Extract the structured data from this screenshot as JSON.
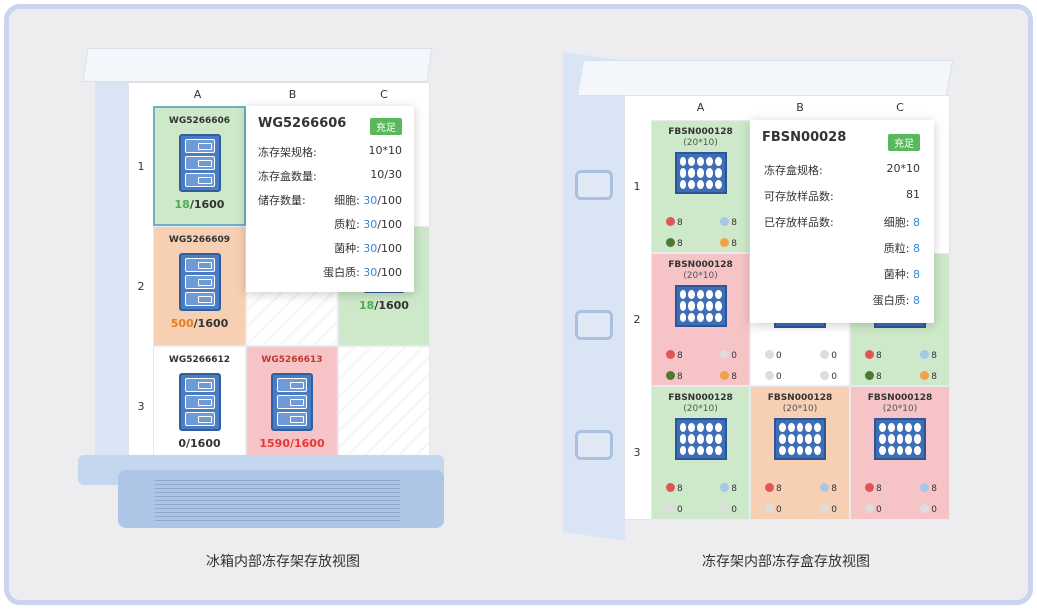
{
  "left": {
    "columns": [
      "A",
      "B",
      "C"
    ],
    "rows": [
      "1",
      "2",
      "3"
    ],
    "cells": [
      {
        "code": "WG5266606",
        "used": "18",
        "total": "/1600"
      },
      {
        "code": "WG5266609",
        "used": "500",
        "total": "/1600"
      },
      {
        "code": "WG5266612",
        "used": "0",
        "total": "/1600"
      },
      {
        "code": "WG5266613",
        "used": "1590",
        "total": "/1600"
      },
      {
        "used": "18",
        "total": "/1600"
      }
    ],
    "popup": {
      "title": "WG5266606",
      "badge": "充足",
      "spec_label": "冻存架规格:",
      "spec_value": "10*10",
      "box_label": "冻存盒数量:",
      "box_value": "10/30",
      "store_label": "储存数量:",
      "items": [
        {
          "name": "细胞:",
          "num": "30",
          "den": "/100"
        },
        {
          "name": "质粒:",
          "num": "30",
          "den": "/100"
        },
        {
          "name": "菌种:",
          "num": "30",
          "den": "/100"
        },
        {
          "name": "蛋白质:",
          "num": "30",
          "den": "/100"
        }
      ]
    },
    "caption": "冰箱内部冻存架存放视图"
  },
  "right": {
    "columns": [
      "A",
      "B",
      "C"
    ],
    "rows": [
      "1",
      "2",
      "3"
    ],
    "cells": [
      {
        "code": "FBSN000128",
        "dim": "(20*10)"
      },
      {
        "code": "FBSN000128",
        "dim": "(20*10)"
      },
      {
        "code": "FBSN000128",
        "dim": "(20*10)"
      },
      {
        "code": "FBSN000128",
        "dim": "(20*10)"
      },
      {
        "code": "FBSN000128",
        "dim": "(20*10)"
      }
    ],
    "counts": {
      "eight": "8",
      "zero": "0"
    },
    "popup": {
      "title": "FBSN00028",
      "badge": "充足",
      "spec_label": "冻存盒规格:",
      "spec_value": "20*10",
      "cap_label": "可存放样品数:",
      "cap_value": "81",
      "stored_label": "已存放样品数:",
      "items": [
        {
          "name": "细胞:",
          "num": "8"
        },
        {
          "name": "质粒:",
          "num": "8"
        },
        {
          "name": "菌种:",
          "num": "8"
        },
        {
          "name": "蛋白质:",
          "num": "8"
        }
      ]
    },
    "caption": "冻存架内部冻存盒存放视图"
  },
  "colors": {
    "green": "#cde9c9",
    "orange": "#f7cfb3",
    "pink": "#f6c4c7",
    "accent": "#3a8ad6",
    "badge": "#59b85c"
  }
}
